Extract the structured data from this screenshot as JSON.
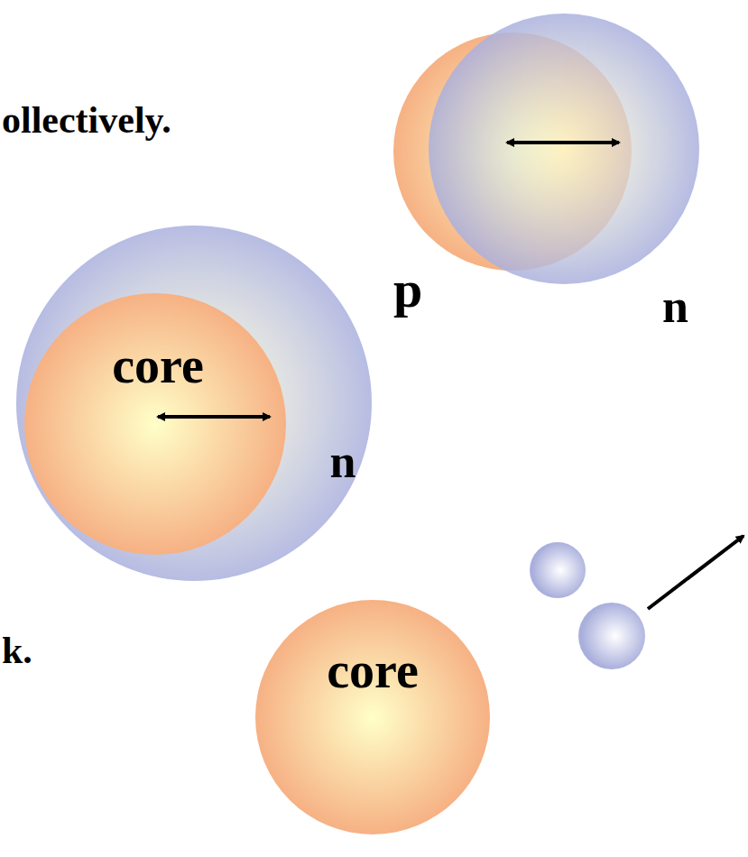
{
  "diagram": {
    "nodes": [
      {
        "text": [
          "n"
        ]
      },
      {
        "text": [
          "core"
        ],
        "in": 0
      },
      {
        "text": [
          "core"
        ]
      }
    ],
    "labels": [
      "ollectively.",
      "p",
      "n",
      "k."
    ]
  }
}
